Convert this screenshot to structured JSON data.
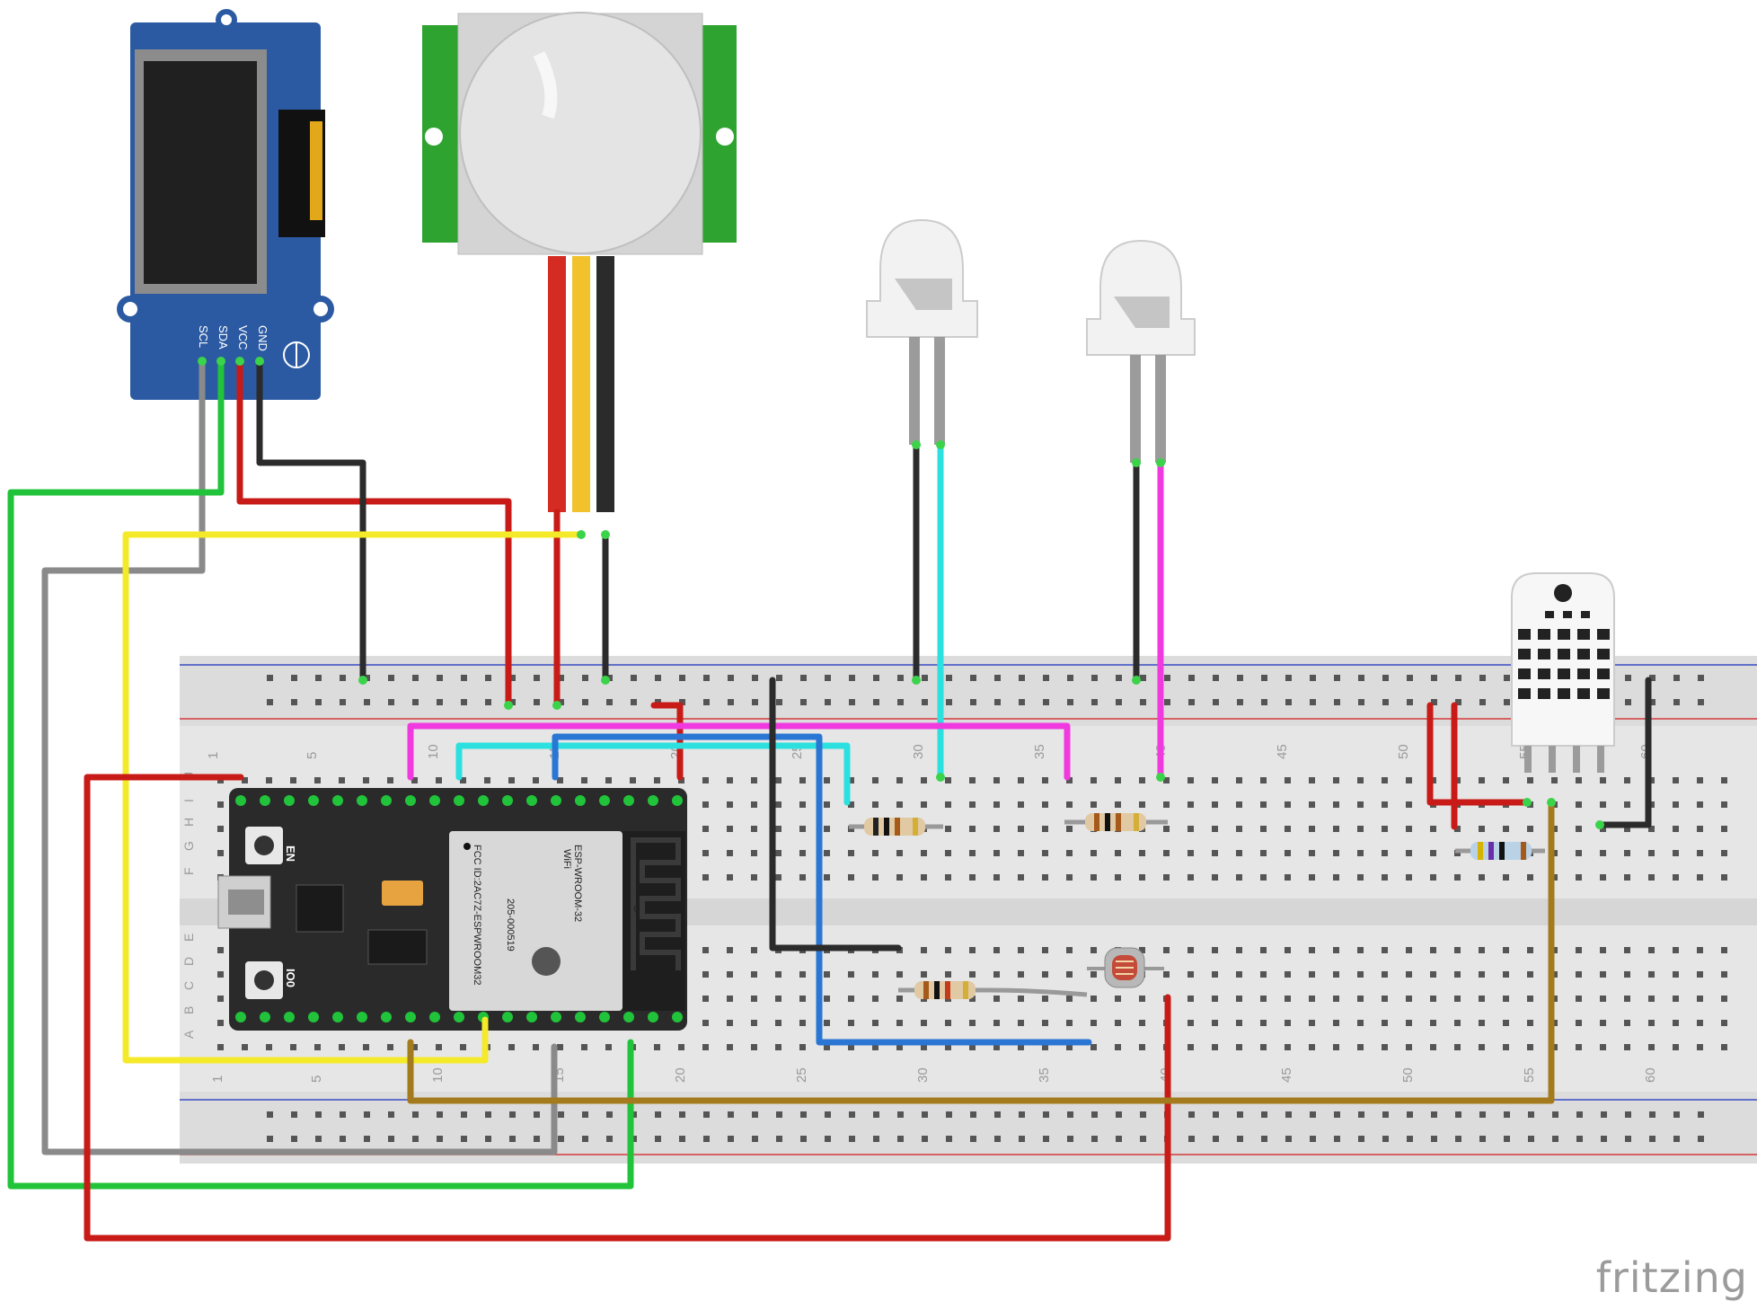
{
  "oled": {
    "pins": [
      "SCL",
      "SDA",
      "VCC",
      "GND"
    ]
  },
  "esp32": {
    "module": "ESP-WROOM-32",
    "fcc": "FCC ID:2AC7Z-ESPWROOM32",
    "cert_id": "205-000519",
    "btn_en": "EN",
    "btn_io0": "IO0",
    "wifi": "WiFi",
    "antenna_mark": "C"
  },
  "breadboard": {
    "col_labels_top": [
      "1",
      "5",
      "10",
      "15",
      "20",
      "25",
      "30",
      "35",
      "40",
      "45",
      "50",
      "55",
      "60"
    ],
    "col_labels_bottom": [
      "1",
      "5",
      "10",
      "15",
      "20",
      "25",
      "30",
      "35",
      "40",
      "45",
      "50",
      "55",
      "60"
    ],
    "row_labels_top": [
      "J",
      "I",
      "H",
      "G",
      "F"
    ],
    "row_labels_bottom": [
      "E",
      "D",
      "C",
      "B",
      "A"
    ]
  },
  "colors": {
    "wire_red": "#c81a16",
    "wire_black": "#2b2b2b",
    "wire_green": "#21c33a",
    "wire_gray": "#8a8a8a",
    "wire_yellow": "#f4ea2a",
    "wire_magenta": "#f03adf",
    "wire_cyan": "#2ce0e0",
    "wire_blue": "#2a76d4",
    "wire_brown": "#a37a1c",
    "oled_board": "#2b5aa3",
    "esp_board": "#2a2a2a",
    "breadboard": "#e6e6e6"
  },
  "logo": "fritzing"
}
